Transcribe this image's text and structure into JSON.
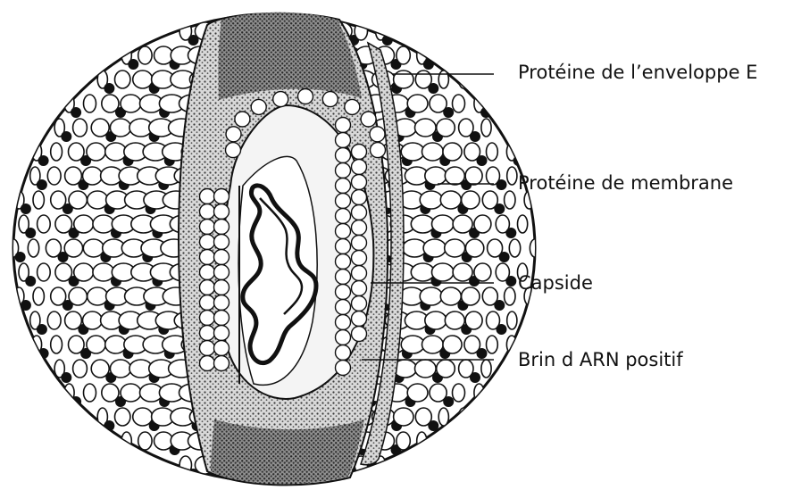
{
  "diagram": {
    "labels": [
      {
        "id": "envelope-protein",
        "text": "Protéine de l’enveloppe E"
      },
      {
        "id": "membrane-protein",
        "text": "Protéine de membrane"
      },
      {
        "id": "capsid",
        "text": "Capside"
      },
      {
        "id": "rna-strand",
        "text": "Brin d ARN positif"
      }
    ],
    "colors": {
      "ink": "#111111",
      "background": "#ffffff",
      "shade": "#6b6b6b",
      "shade_dark": "#2a2a2a"
    }
  }
}
